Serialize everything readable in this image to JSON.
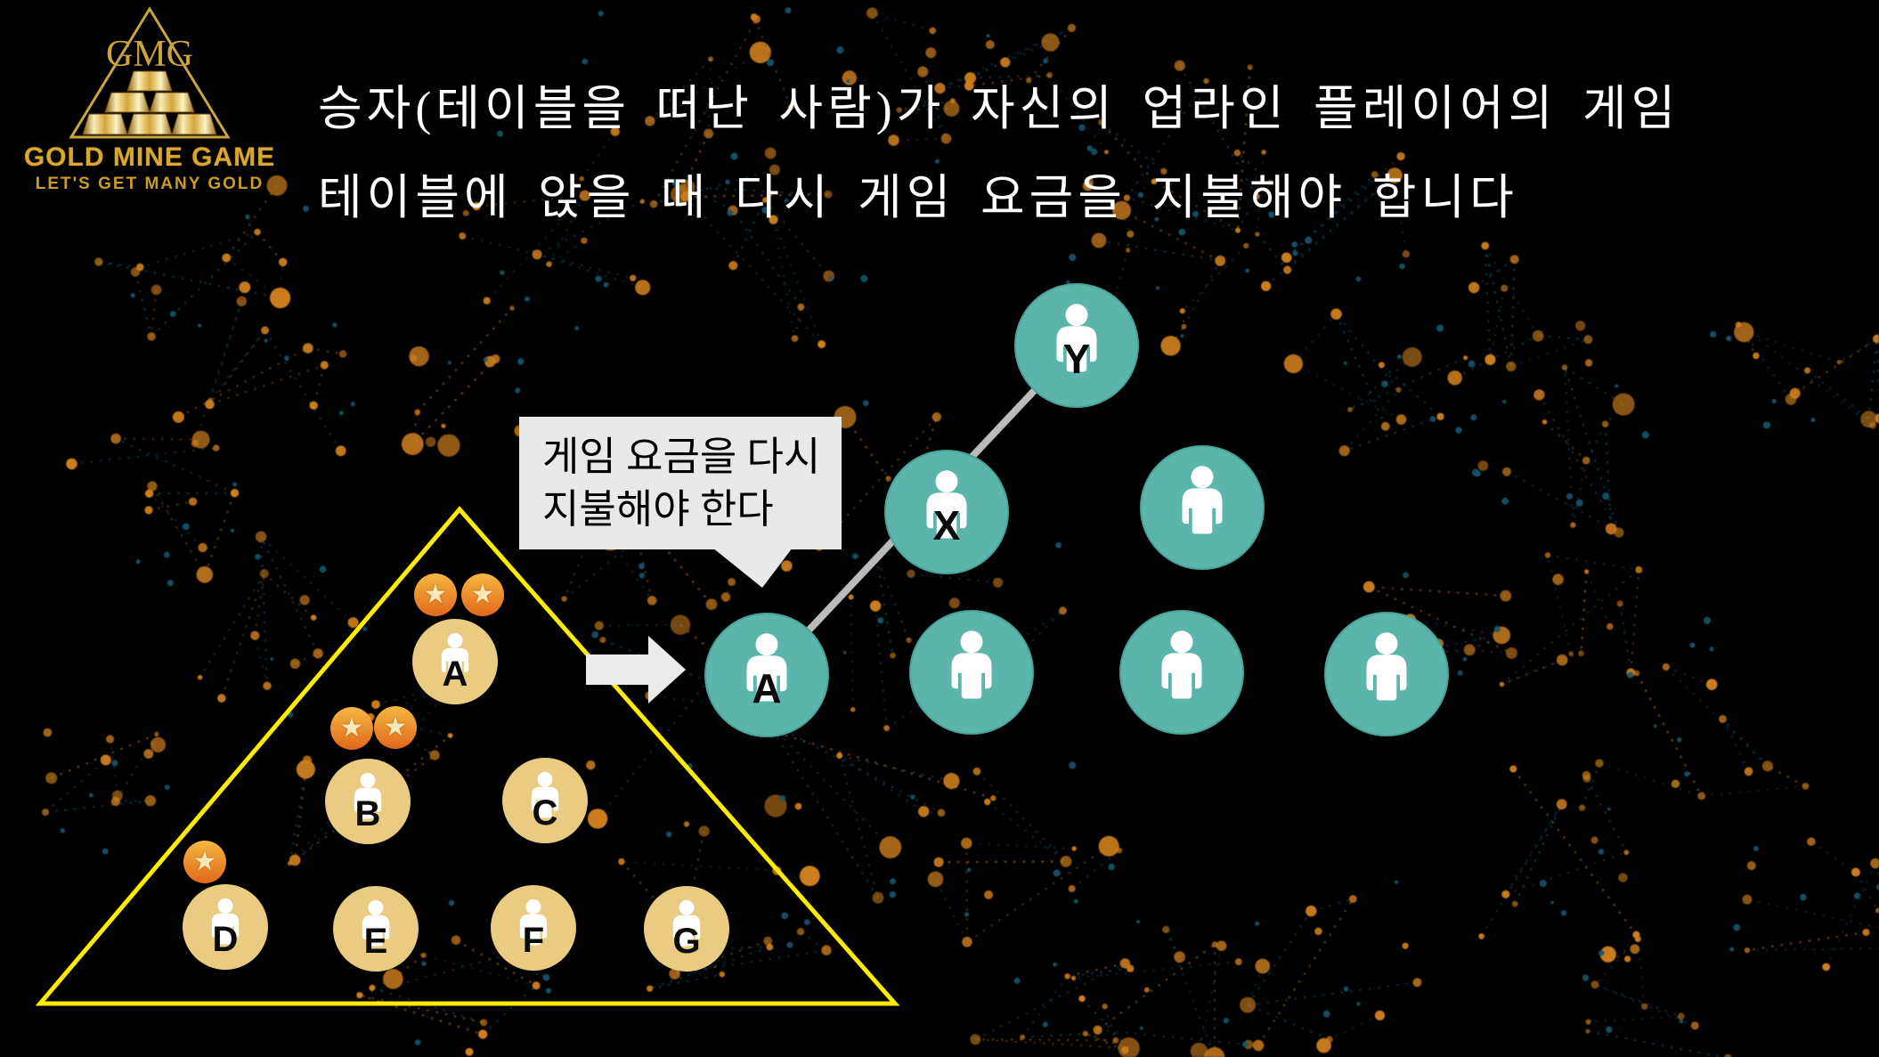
{
  "logo": {
    "monogram": "GMG",
    "name": "GOLD MINE GAME",
    "tagline": "LET'S GET MANY GOLD"
  },
  "header": {
    "line1": "승자(테이블을 떠난 사람)가 자신의 업라인 플레이어의 게임",
    "line2": "테이블에 앉을 때 다시 게임 요금을 지불해야 합니다"
  },
  "callout": {
    "line1": "게임 요금을 다시",
    "line2": "지불해야 한다"
  },
  "left_pyramid": {
    "labels": {
      "a": "A",
      "b": "B",
      "c": "C",
      "d": "D",
      "e": "E",
      "f": "F",
      "g": "G"
    },
    "star_counts": {
      "a": 2,
      "b": 2,
      "c": 0,
      "d": 1,
      "e": 0,
      "f": 0,
      "g": 0
    }
  },
  "right_pyramid": {
    "labels": {
      "y": "Y",
      "x": "X",
      "a": "A"
    },
    "unlabeled_count": 4
  },
  "icons": {
    "star": "★"
  },
  "colors": {
    "gold_avatar": "#e9cc82",
    "teal_avatar": "#5cb5aa",
    "triangle_outline": "#ffec00",
    "star_badge": "#e8832a",
    "callout_bg": "#e9e9e9",
    "connector": "#bbbbbb",
    "dot_orange": "#cf7f1e",
    "net_line": "#0e3b4e",
    "header_text": "#ffffff",
    "logo_gold": "#d9a830"
  }
}
